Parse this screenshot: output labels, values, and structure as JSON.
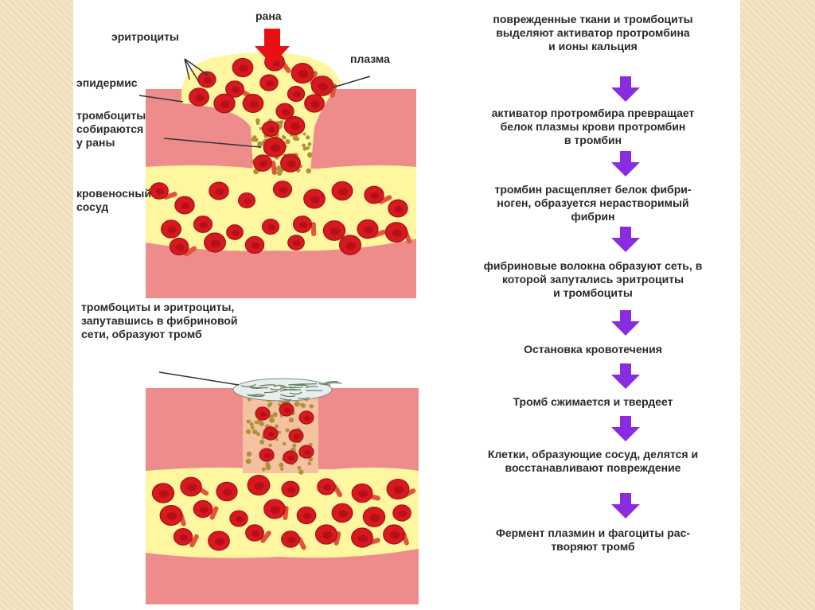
{
  "labels": {
    "wound": "рана",
    "erythrocytes": "эритроциты",
    "plasma": "плазма",
    "epidermis": "эпидермис",
    "platelets_gather": "тромбоциты\nсобираются\nу раны",
    "blood_vessel": "кровеносный\nсосуд",
    "thrombus_caption": "тромбоциты и эритроциты,\nзапутавшись в фибриновой\nсети, образуют тромб"
  },
  "steps": [
    "поврежденные ткани и тромбоциты\nвыделяют активатор протромбина\nи ионы кальция",
    "активатор протромбира превращает\nбелок плазмы крови протромбин\nв тромбин",
    "тромбин расщепляет белок фибри-\nноген, образуется нерастворимый\nфибрин",
    "фибриновые волокна образуют сеть, в\nкоторой запутались эритроциты\nи тромбоциты",
    "Остановка кровотечения",
    "Тромб сжимается и твердеет",
    "Клетки, образующие сосуд, делятся и\nвосстанавливают повреждение",
    "Фермент плазмин и фагоциты рас-\nтворяют тромб"
  ],
  "colors": {
    "tissue": "#ee8c8c",
    "plasma": "#fff6a0",
    "cell": "#d61820",
    "arrow": "#8a2be2",
    "wound_arrow": "#e81010",
    "platelet": "#b0903a"
  }
}
